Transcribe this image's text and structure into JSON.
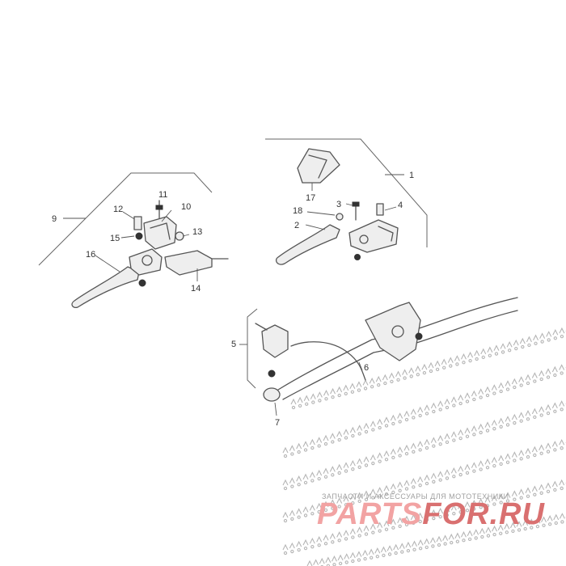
{
  "diagram": {
    "callouts": [
      "1",
      "2",
      "3",
      "4",
      "5",
      "6",
      "7",
      "9",
      "10",
      "11",
      "12",
      "13",
      "14",
      "15",
      "16",
      "17",
      "18"
    ]
  },
  "watermark": {
    "tagline": "ЗАПЧАСТИ И АКСЕССУАРЫ ДЛЯ МОТОТЕХНИКИ",
    "brand_part1": "PARTS",
    "brand_part2": "FOR.RU",
    "brand_color_light": "#f2a3a3",
    "brand_color_dark": "#d97070"
  }
}
